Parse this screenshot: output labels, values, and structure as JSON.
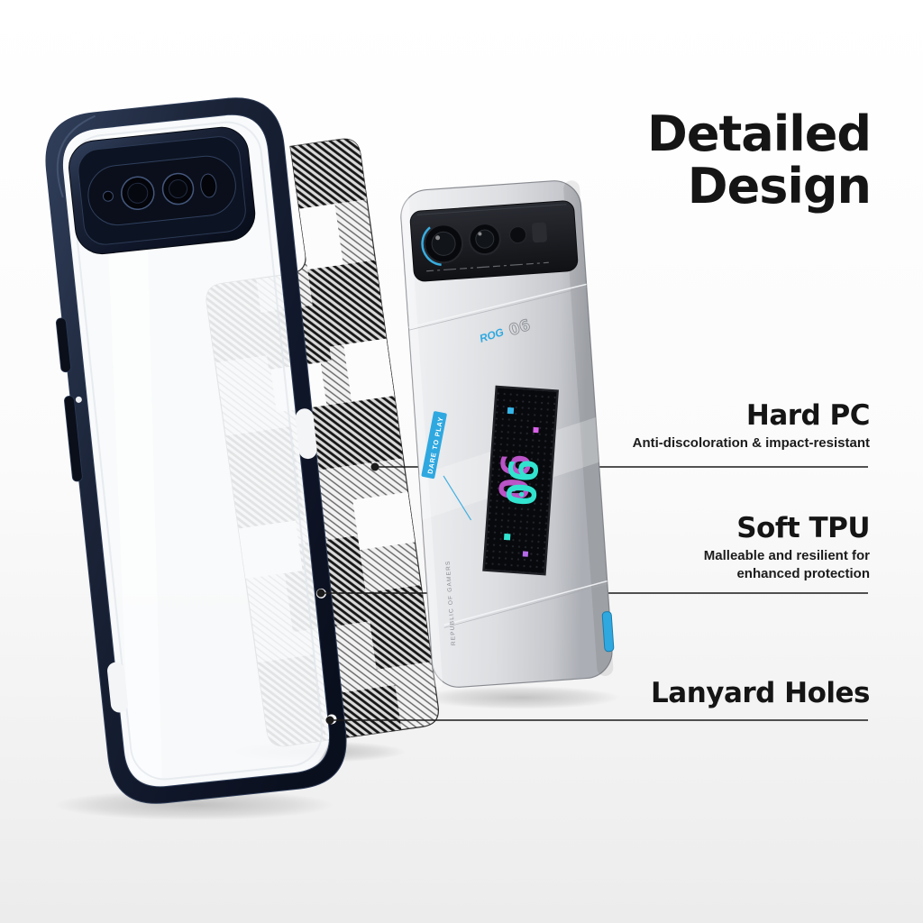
{
  "title": {
    "line1": "Detailed",
    "line2": "Design"
  },
  "callouts": [
    {
      "id": "hard-pc",
      "heading": "Hard PC",
      "sub": "Anti-discoloration & impact-resistant"
    },
    {
      "id": "soft-tpu",
      "heading": "Soft TPU",
      "sub": "Malleable and resilient for enhanced protection"
    },
    {
      "id": "lanyard-holes",
      "heading": "Lanyard Holes",
      "sub": ""
    }
  ],
  "phone": {
    "rear_text_brand": "ROG",
    "rear_text_model": "06",
    "vision_display_glyph": "06",
    "accent_stripe_text": "DARE TO PLAY",
    "etched_text": "REPUBLIC OF GAMERS"
  },
  "colors": {
    "text": "#151515",
    "accent_blue": "#2fa8e0",
    "case_navy": "#141b2a",
    "neon_cyan": "#31e3cf",
    "neon_magenta": "#d961e8",
    "background_top": "#ffffff",
    "background_bottom": "#ececec"
  }
}
